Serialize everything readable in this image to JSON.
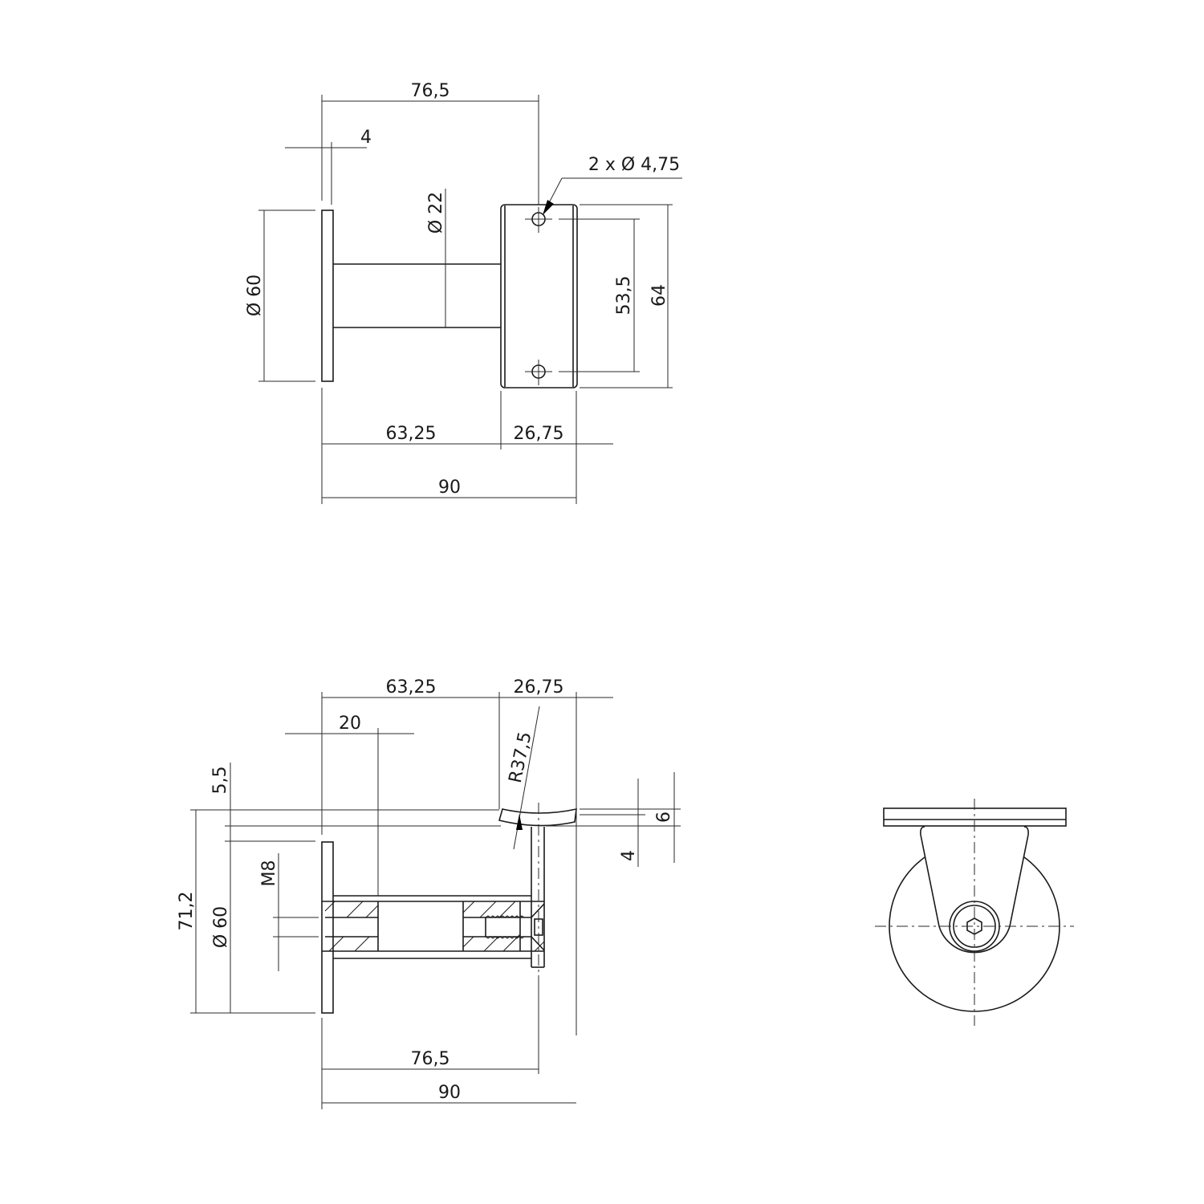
{
  "drawing": {
    "views": [
      {
        "name": "top-view",
        "dimensions": {
          "overall_to_hole": "76,5",
          "plate_thickness": "4",
          "hole_callout": "2 x Ø 4,75",
          "tube_diameter": "Ø 22",
          "plate_diameter": "Ø 60",
          "hole_spacing": "53,5",
          "saddle_height": "64",
          "stem_length": "63,25",
          "saddle_depth": "26,75",
          "overall_length": "90"
        }
      },
      {
        "name": "section-view",
        "dimensions": {
          "stem_length": "63,25",
          "saddle_depth": "26,75",
          "insert_depth": "20",
          "saddle_radius": "R37,5",
          "plate_offset": "5,5",
          "saddle_thickness": "6",
          "saddle_offset": "4",
          "overall_height": "71,2",
          "plate_diameter": "Ø 60",
          "thread": "M8",
          "to_axis": "76,5",
          "overall_length": "90"
        }
      },
      {
        "name": "front-view",
        "description": "end view with hex socket"
      }
    ]
  }
}
